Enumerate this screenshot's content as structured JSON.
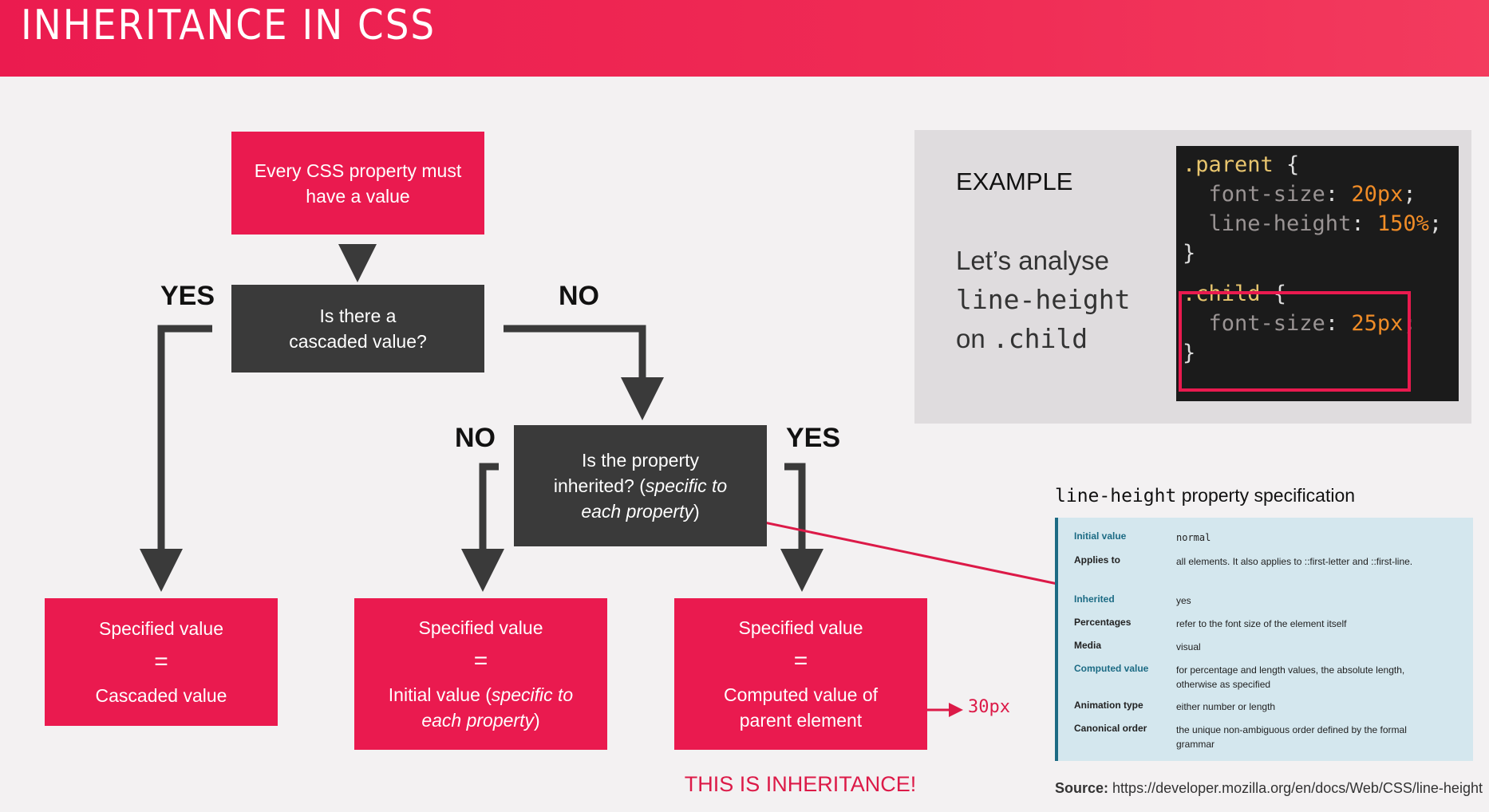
{
  "header": {
    "title": "INHERITANCE IN CSS"
  },
  "flowchart": {
    "start": "Every CSS property must have a value",
    "q1": "Is there a cascaded value?",
    "q1_yes": "YES",
    "q1_no": "NO",
    "q2_line1": "Is the property",
    "q2_line2a": "inherited? (",
    "q2_line2b": "specific to",
    "q2_line3a": "each property",
    "q2_line3b": ")",
    "q2_no": "NO",
    "q2_yes": "YES",
    "result1": {
      "top": "Specified value",
      "eq": "=",
      "bottom": "Cascaded value"
    },
    "result2": {
      "top": "Specified value",
      "eq": "=",
      "bottom_a": "Initial value (",
      "bottom_b": "specific to",
      "bottom_c": "each property",
      "bottom_d": ")"
    },
    "result3": {
      "top": "Specified value",
      "eq": "=",
      "bottom_l1": "Computed value of",
      "bottom_l2": "parent element"
    },
    "computed_px": "30px",
    "conclusion": "THIS IS INHERITANCE!"
  },
  "example": {
    "title": "EXAMPLE",
    "desc_l1": "Let’s analyse",
    "desc_l2": "line-height",
    "desc_l3a": "on ",
    "desc_l3b": ".child",
    "code": {
      "parent_sel": ".parent",
      "brace_open": " {",
      "fs_prop": "  font-size",
      "fs_val": "20px",
      "lh_prop": "  line-height",
      "lh_val": "150%",
      "brace_close": "}",
      "child_sel": ".child",
      "child_fs_val": "25px"
    }
  },
  "spec": {
    "title_mono": "line-height",
    "title_rest": " property specification",
    "rows": [
      {
        "key": "Initial value",
        "value": "normal",
        "link": true
      },
      {
        "key": "Applies to",
        "value": "all elements. It also applies to ::first-letter and ::first-line.",
        "link": false
      },
      {
        "key": "Inherited",
        "value": "yes",
        "link": true
      },
      {
        "key": "Percentages",
        "value": "refer to the font size of the element itself",
        "link": false
      },
      {
        "key": "Media",
        "value": "visual",
        "link": false
      },
      {
        "key": "Computed value",
        "value": "for percentage and length values, the absolute length, otherwise as specified",
        "link": true
      },
      {
        "key": "Animation type",
        "value": "either number or length",
        "link": false
      },
      {
        "key": "Canonical order",
        "value": "the unique non-ambiguous order defined by the formal grammar",
        "link": false
      }
    ],
    "source_label": "Source:",
    "source_url": "https://developer.mozilla.org/en/docs/Web/CSS/line-height"
  },
  "colors": {
    "accent": "#ea1a4f",
    "dark_box": "#3a3a3a",
    "code_bg": "#1b1b1b",
    "spec_bg": "#d4e7ee"
  }
}
